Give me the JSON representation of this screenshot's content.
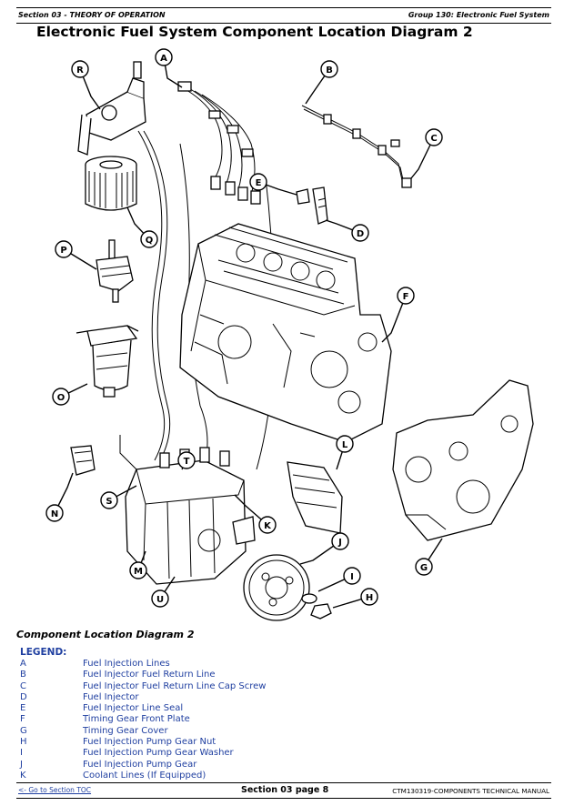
{
  "header": {
    "left": "Section 03 - THEORY OF OPERATION",
    "right": "Group 130: Electronic Fuel System"
  },
  "title": "Electronic Fuel System Component Location Diagram 2",
  "diagram": {
    "callouts": [
      "A",
      "B",
      "C",
      "D",
      "E",
      "F",
      "G",
      "H",
      "I",
      "J",
      "K",
      "L",
      "M",
      "N",
      "O",
      "P",
      "Q",
      "R",
      "S",
      "T",
      "U"
    ]
  },
  "caption": "Component Location Diagram 2",
  "legend": {
    "heading": "LEGEND:",
    "items": [
      {
        "key": "A",
        "value": "Fuel Injection Lines"
      },
      {
        "key": "B",
        "value": "Fuel Injector Fuel Return Line"
      },
      {
        "key": "C",
        "value": "Fuel Injector Fuel Return Line Cap Screw"
      },
      {
        "key": "D",
        "value": "Fuel Injector"
      },
      {
        "key": "E",
        "value": "Fuel Injector Line Seal"
      },
      {
        "key": "F",
        "value": "Timing Gear Front Plate"
      },
      {
        "key": "G",
        "value": "Timing Gear Cover"
      },
      {
        "key": "H",
        "value": "Fuel Injection Pump Gear Nut"
      },
      {
        "key": "I",
        "value": "Fuel Injection Pump Gear Washer"
      },
      {
        "key": "J",
        "value": "Fuel Injection Pump Gear"
      },
      {
        "key": "K",
        "value": "Coolant Lines (If Equipped)"
      }
    ]
  },
  "footer": {
    "toc_link": "<- Go to Section TOC",
    "page": "Section 03 page 8",
    "manual": "CTM130319-COMPONENTS TECHNICAL MANUAL"
  }
}
